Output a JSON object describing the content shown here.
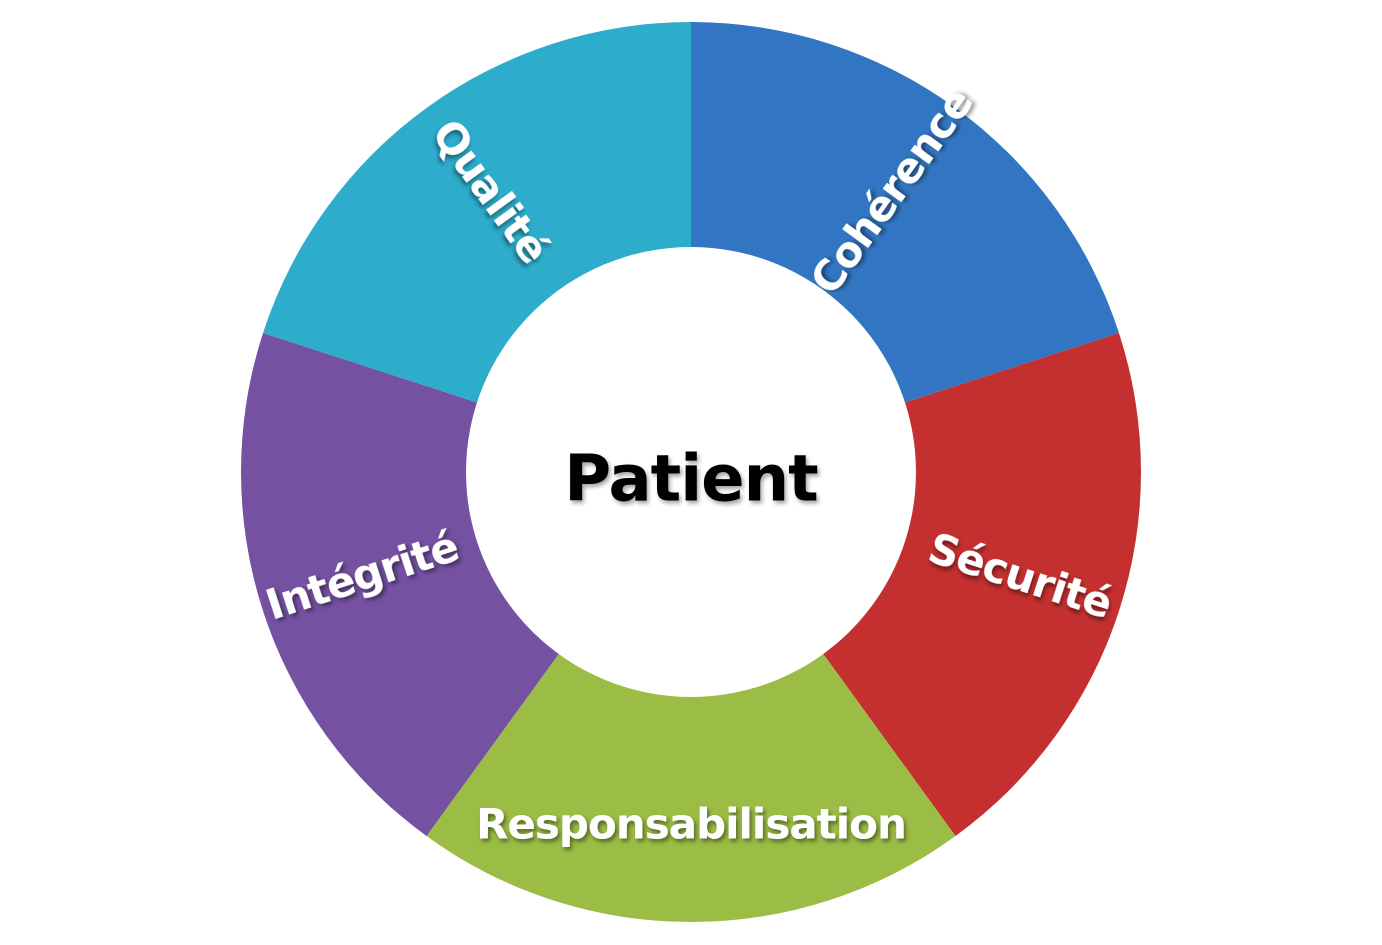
{
  "diagram": {
    "center": {
      "label": "Patient",
      "fill": "#ffffff",
      "text_color": "#000000"
    },
    "segments": [
      {
        "label": "Cohérence",
        "color": "#3276C3"
      },
      {
        "label": "Sécurité",
        "color": "#C3302F"
      },
      {
        "label": "Responsabilisation",
        "color": "#9BBD45"
      },
      {
        "label": "Intégrité",
        "color": "#7451A1"
      },
      {
        "label": "Qualité",
        "color": "#2DACCB"
      }
    ],
    "label_color": "#ffffff"
  }
}
